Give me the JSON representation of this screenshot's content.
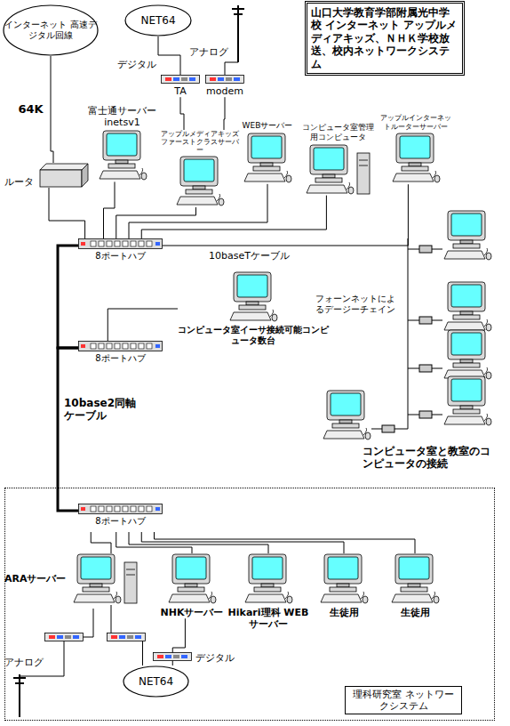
{
  "diagram": {
    "title": "山口大学教育学部附属光中学校 インターネット アップルメディアキッズ、ＮＨＫ学校放送、校内ネットワークシステム",
    "nodes": [
      {
        "text": [
          "インターネット 高速デジタル回線"
        ]
      },
      {
        "text": [
          "NET64"
        ]
      },
      {
        "text": [
          "TA"
        ]
      },
      {
        "text": [
          "modem"
        ]
      },
      {
        "text": [
          "ルータ"
        ]
      },
      {
        "text": [
          "富士通サーバー inetsv1"
        ]
      },
      {
        "text": [
          "アップルメディアキッズファーストクラスサーバー"
        ]
      },
      {
        "text": [
          "WEBサーバー"
        ]
      },
      {
        "text": [
          "コンピュータ室管理用コンピュータ"
        ]
      },
      {
        "text": [
          "アップルインターネットルーターサーバー"
        ]
      },
      {
        "text": [
          "8ポートハブ"
        ]
      },
      {
        "text": [
          "コンピュータ室イーサ接続可能コンピュータ数台"
        ]
      },
      {
        "text": [
          "8ポートハブ"
        ]
      },
      {
        "text": [
          "理科研究室 ネットワークシステム"
        ]
      },
      {
        "text": [
          "8ポートハブ"
        ],
        "in": 13
      },
      {
        "text": [
          "ARAサーバー"
        ],
        "in": 13
      },
      {
        "text": [
          "NHKサーバー"
        ],
        "in": 13
      },
      {
        "text": [
          "Hikari理科 WEBサーバー"
        ],
        "in": 13
      },
      {
        "text": [
          "生徒用"
        ],
        "in": 13
      },
      {
        "text": [
          "生徒用"
        ],
        "in": 13
      },
      {
        "text": [
          "NET64"
        ],
        "in": 13
      }
    ],
    "edges": [
      {
        "from": 0,
        "to": 4,
        "label": "64K",
        "arrow": "none"
      },
      {
        "from": 1,
        "to": 2,
        "arrow": "none"
      },
      {
        "from": 2,
        "to": 6,
        "arrow": "none"
      },
      {
        "from": 3,
        "to": 6,
        "arrow": "none"
      },
      {
        "from": 4,
        "to": 10,
        "arrow": "none"
      },
      {
        "from": 5,
        "to": 10,
        "arrow": "none"
      },
      {
        "from": 6,
        "to": 10,
        "arrow": "none"
      },
      {
        "from": 7,
        "to": 10,
        "arrow": "none"
      },
      {
        "from": 8,
        "to": 10,
        "arrow": "none"
      },
      {
        "from": 9,
        "to": 10,
        "arrow": "none"
      },
      {
        "from": 10,
        "to": 12,
        "arrow": "none"
      },
      {
        "from": 12,
        "to": 11,
        "arrow": "none"
      },
      {
        "from": 12,
        "to": 14,
        "arrow": "none"
      },
      {
        "from": 14,
        "to": 15,
        "arrow": "none"
      },
      {
        "from": 14,
        "to": 16,
        "arrow": "none"
      },
      {
        "from": 14,
        "to": 17,
        "arrow": "none"
      },
      {
        "from": 14,
        "to": 18,
        "arrow": "none"
      },
      {
        "from": 14,
        "to": 19,
        "arrow": "none"
      },
      {
        "from": 15,
        "to": 20,
        "arrow": "none"
      },
      {
        "from": 16,
        "to": 20,
        "arrow": "none"
      }
    ],
    "labels": [
      "デジタル",
      "アナログ",
      "10baseTケーブル",
      "10base2同軸ケーブル",
      "フォーンネットによるデージーチェイン",
      "コンピュータ室と教室のコンピュータの接続",
      "アナログ",
      "デジタル"
    ]
  }
}
